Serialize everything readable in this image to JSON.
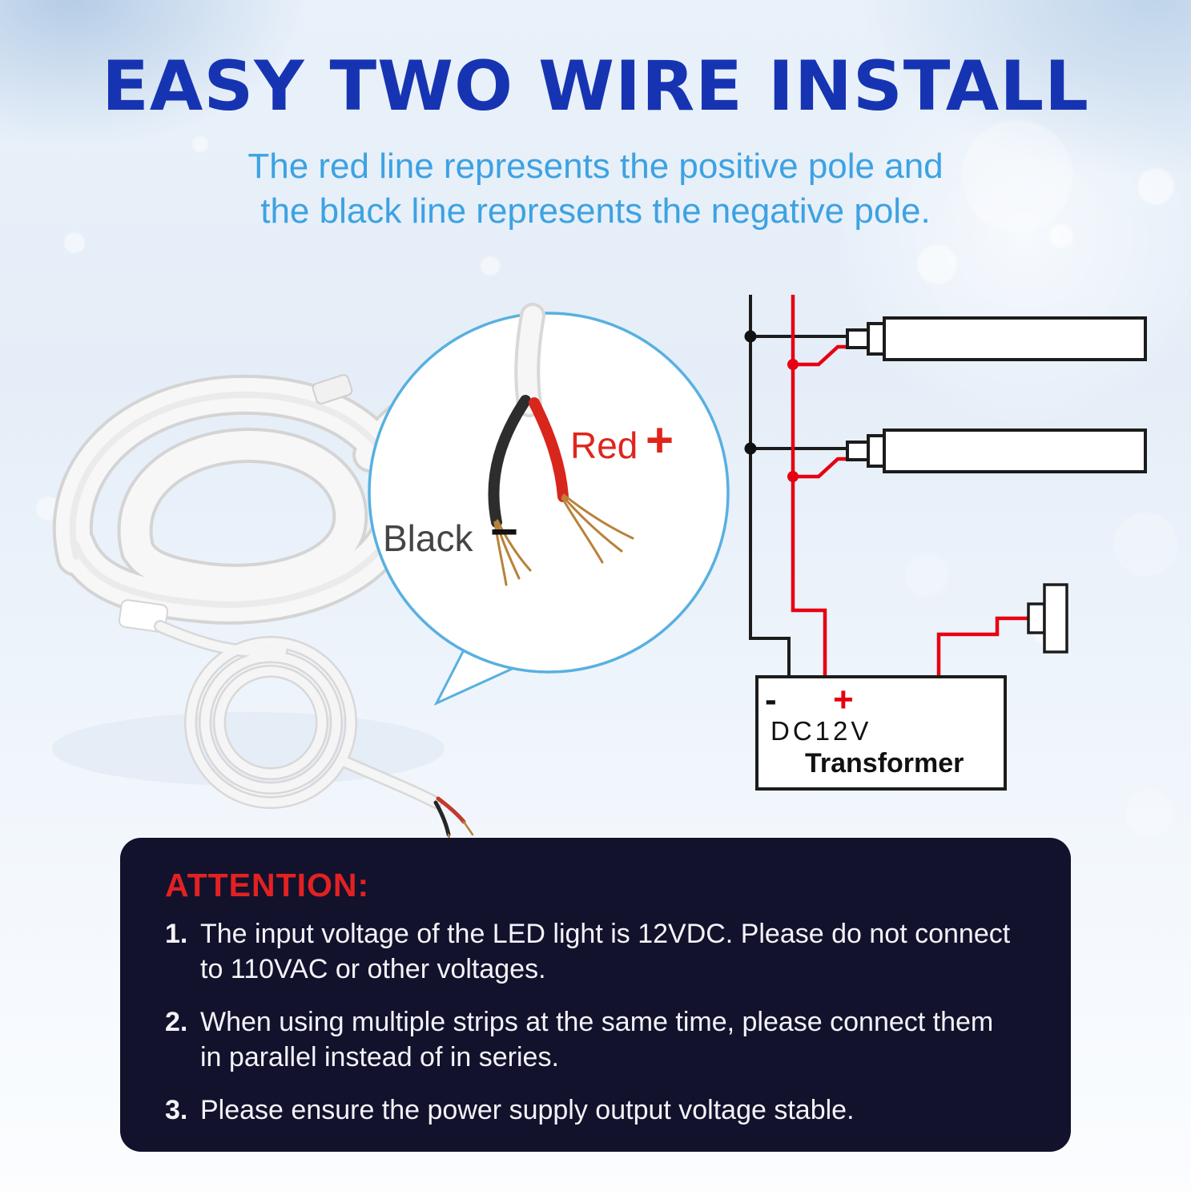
{
  "page": {
    "title": "EASY TWO WIRE INSTALL",
    "subtitle_line1": "The red line represents the positive pole and",
    "subtitle_line2": "the black line represents the negative pole.",
    "colors": {
      "title_blue": "#1634b2",
      "subtitle_blue": "#3da2e2",
      "wire_red": "#e60012",
      "wire_black": "#1c1c1c",
      "callout_border_blue": "#58b0e0",
      "attention_bg": "#12122d",
      "attention_heading_red": "#e32121"
    }
  },
  "callout": {
    "red_label": "Red",
    "red_symbol": "+",
    "black_label": "Black",
    "black_symbol": "−"
  },
  "diagram": {
    "transformer_minus": "-",
    "transformer_plus": "+",
    "transformer_voltage": "DC12V",
    "transformer_label": "Transformer"
  },
  "attention": {
    "heading": "ATTENTION:",
    "items": [
      {
        "num": "1.",
        "text": "The input voltage of the LED light is 12VDC. Please do not connect to 110VAC or other voltages."
      },
      {
        "num": "2.",
        "text": "When using multiple strips at the same time, please connect them in parallel instead of in series."
      },
      {
        "num": "3.",
        "text": "Please ensure the power supply output voltage stable."
      }
    ]
  }
}
